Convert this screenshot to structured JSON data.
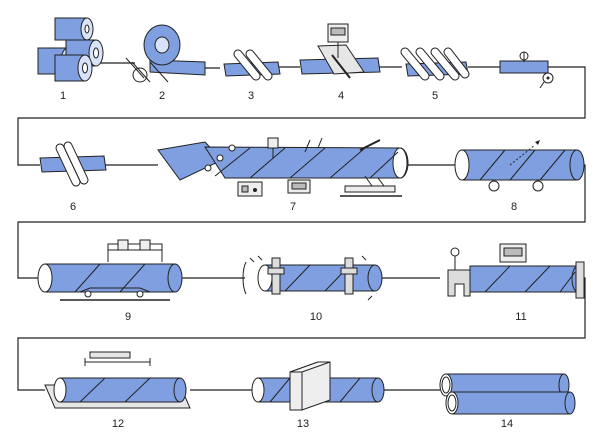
{
  "steps": [
    {
      "id": 1,
      "label": "1"
    },
    {
      "id": 2,
      "label": "2"
    },
    {
      "id": 3,
      "label": "3"
    },
    {
      "id": 4,
      "label": "4"
    },
    {
      "id": 5,
      "label": "5"
    },
    {
      "id": 6,
      "label": "6"
    },
    {
      "id": 7,
      "label": "7"
    },
    {
      "id": 8,
      "label": "8"
    },
    {
      "id": 9,
      "label": "9"
    },
    {
      "id": 10,
      "label": "10"
    },
    {
      "id": 11,
      "label": "11"
    },
    {
      "id": 12,
      "label": "12"
    },
    {
      "id": 13,
      "label": "13"
    },
    {
      "id": 14,
      "label": "14"
    }
  ],
  "colors": {
    "steel_blue": "#7f9fe0",
    "light_blue": "#a9c0ee",
    "outline": "#222222",
    "light_gray": "#dddddd"
  },
  "icons": [
    "steel-coil",
    "uncoiler",
    "flattening-rollers",
    "end-welder",
    "edge-rollers",
    "milling-machine",
    "bending-rollers",
    "spiral-forming-welding",
    "pipe-cutting",
    "inner-outer-welding",
    "ultrasonic-test",
    "hydraulic-test",
    "x-ray-inspection",
    "pipe-end-beveling",
    "finished-pipes"
  ]
}
